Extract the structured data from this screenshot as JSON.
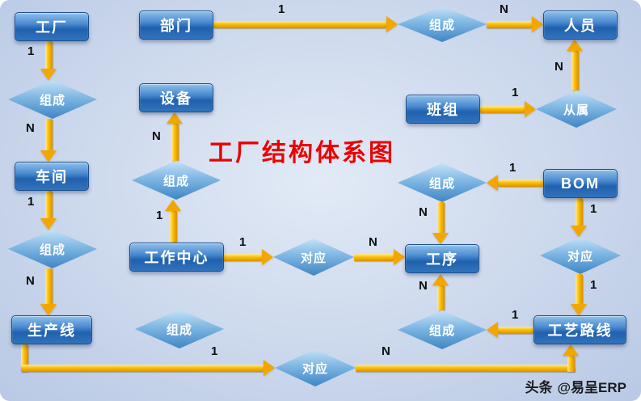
{
  "title": "工厂结构体系图",
  "watermark": {
    "brand": "头条",
    "handle": "@易呈ERP"
  },
  "colors": {
    "entity_blue": "#2f6fba",
    "diamond_blue": "#7fb7e3",
    "arrow_gold": "#f3a600",
    "title_red": "#ee0000",
    "background": "#ccd8ec"
  },
  "nodes": {
    "factory": {
      "label": "工厂"
    },
    "department": {
      "label": "部门"
    },
    "personnel": {
      "label": "人员"
    },
    "equipment": {
      "label": "设备"
    },
    "team": {
      "label": "班组"
    },
    "workshop": {
      "label": "车间"
    },
    "bom": {
      "label": "BOM"
    },
    "work_center": {
      "label": "工作中心"
    },
    "operation": {
      "label": "工序"
    },
    "production_line": {
      "label": "生产线"
    },
    "process_route": {
      "label": "工艺路线"
    }
  },
  "relations": {
    "factory_workshop": {
      "label": "组成"
    },
    "dept_personnel": {
      "label": "组成"
    },
    "team_personnel": {
      "label": "从属"
    },
    "wc_equipment": {
      "label": "组成"
    },
    "bom_operation": {
      "label": "组成"
    },
    "workshop_line": {
      "label": "组成"
    },
    "wc_operation": {
      "label": "对应"
    },
    "bom_route": {
      "label": "对应"
    },
    "line_wc": {
      "label": "组成"
    },
    "route_operation": {
      "label": "组成"
    },
    "line_route": {
      "label": "对应"
    }
  },
  "arrows": {
    "factory_to_compose": {
      "cardinality": "1"
    },
    "compose_to_workshop": {
      "cardinality": "N"
    },
    "workshop_to_compose": {
      "cardinality": "1"
    },
    "compose_to_production_line": {
      "cardinality": "N"
    },
    "department_to_compose": {
      "cardinality": "1"
    },
    "compose_to_personnel": {
      "cardinality": "N"
    },
    "team_to_subordinate": {
      "cardinality": "1"
    },
    "subordinate_to_personnel": {
      "cardinality": "N"
    },
    "compose_to_equipment": {
      "cardinality": "N"
    },
    "work_center_to_compose_equipment": {
      "cardinality": "1"
    },
    "work_center_to_correspond": {
      "cardinality": "1"
    },
    "correspond_to_operation": {
      "cardinality": "N"
    },
    "bom_to_compose": {
      "cardinality": "1"
    },
    "compose_to_operation": {
      "cardinality": "N"
    },
    "bom_to_correspond": {
      "cardinality": "1"
    },
    "correspond_to_process_route": {
      "cardinality": "1"
    },
    "process_route_to_compose": {
      "cardinality": "1"
    },
    "compose_to_operation_up": {
      "cardinality": "N"
    },
    "production_line_to_correspond": {
      "cardinality": "1"
    },
    "correspond_to_process_route_up": {
      "cardinality": "N"
    }
  }
}
